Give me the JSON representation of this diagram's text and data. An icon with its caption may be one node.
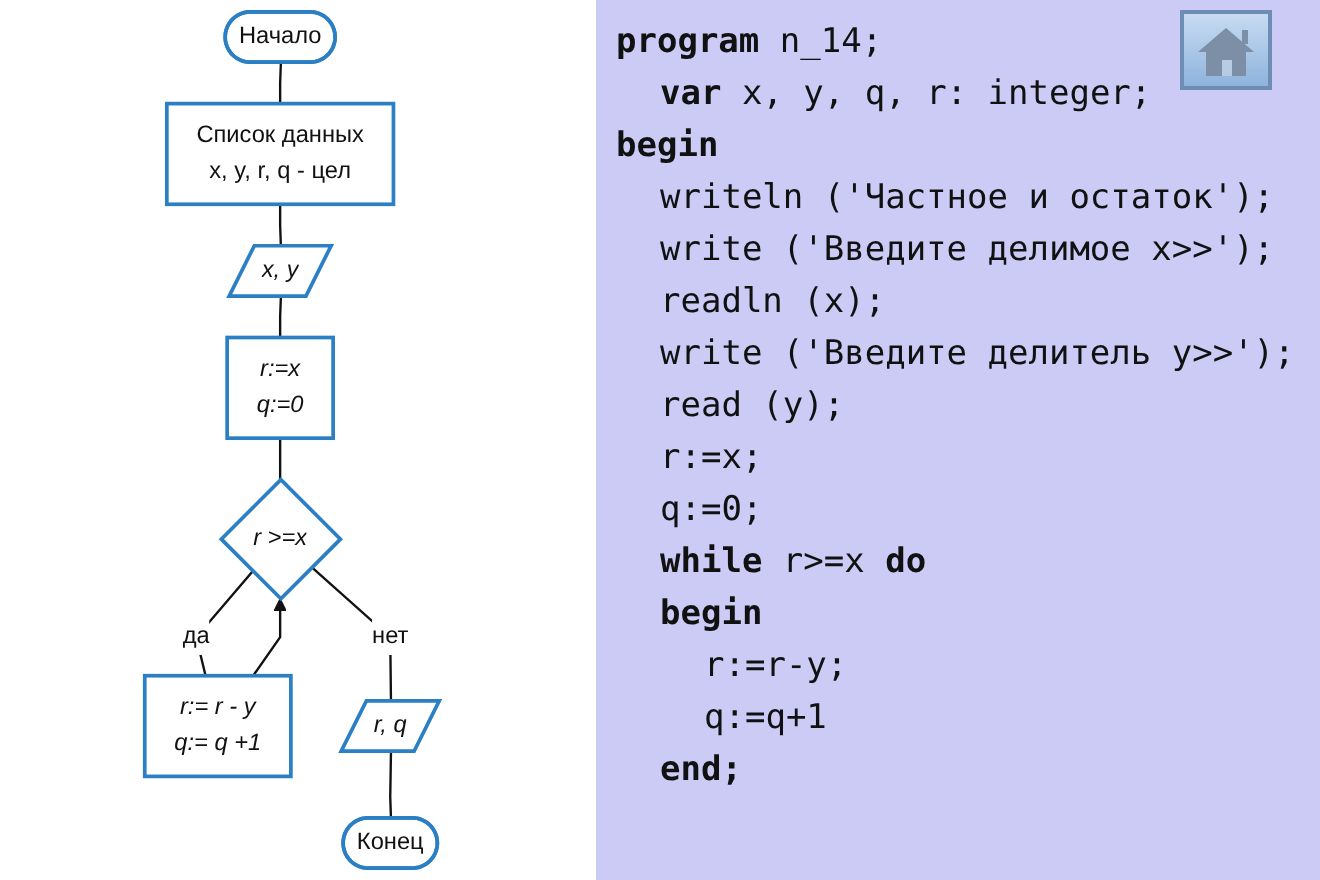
{
  "diagram": {
    "nodes": [
      {
        "text": [
          "Начало"
        ]
      },
      {
        "text": [
          "Список данных",
          "x, y, r, q - цел"
        ]
      },
      {
        "text": [
          "x, y"
        ]
      },
      {
        "text": [
          "r:=x",
          "q:=0"
        ]
      },
      {
        "text": [
          "r >=x"
        ]
      },
      {
        "text": [
          "r:= r - y",
          "q:= q +1"
        ]
      },
      {
        "text": [
          "r, q"
        ]
      },
      {
        "text": [
          "Конец"
        ]
      }
    ],
    "edges": [
      {
        "from": 0,
        "to": 1,
        "arrow": "none"
      },
      {
        "from": 1,
        "to": 2,
        "arrow": "none"
      },
      {
        "from": 2,
        "to": 3,
        "arrow": "none"
      },
      {
        "from": 3,
        "to": 4,
        "arrow": "none"
      },
      {
        "from": 4,
        "to": 5,
        "arrow": "none",
        "label": "да"
      },
      {
        "from": 5,
        "to": 4,
        "arrow": "to"
      },
      {
        "from": 4,
        "to": 6,
        "arrow": "none",
        "label": "нет"
      },
      {
        "from": 6,
        "to": 7,
        "arrow": "none"
      }
    ],
    "labels": [
      "**program** n_14;",
      "**var** x, y, q, r: integer;",
      "begin",
      "writeln ('Частное и остаток');",
      "write ('Введите делимое x>>');",
      "readln (x);",
      "write ('Введите делитель y>>');",
      "read (y);",
      "r:=x;",
      "q:=0;",
      "**while** r>=x **do**",
      "begin",
      "r:=r-y;",
      "q:=q+1",
      "end;"
    ]
  }
}
